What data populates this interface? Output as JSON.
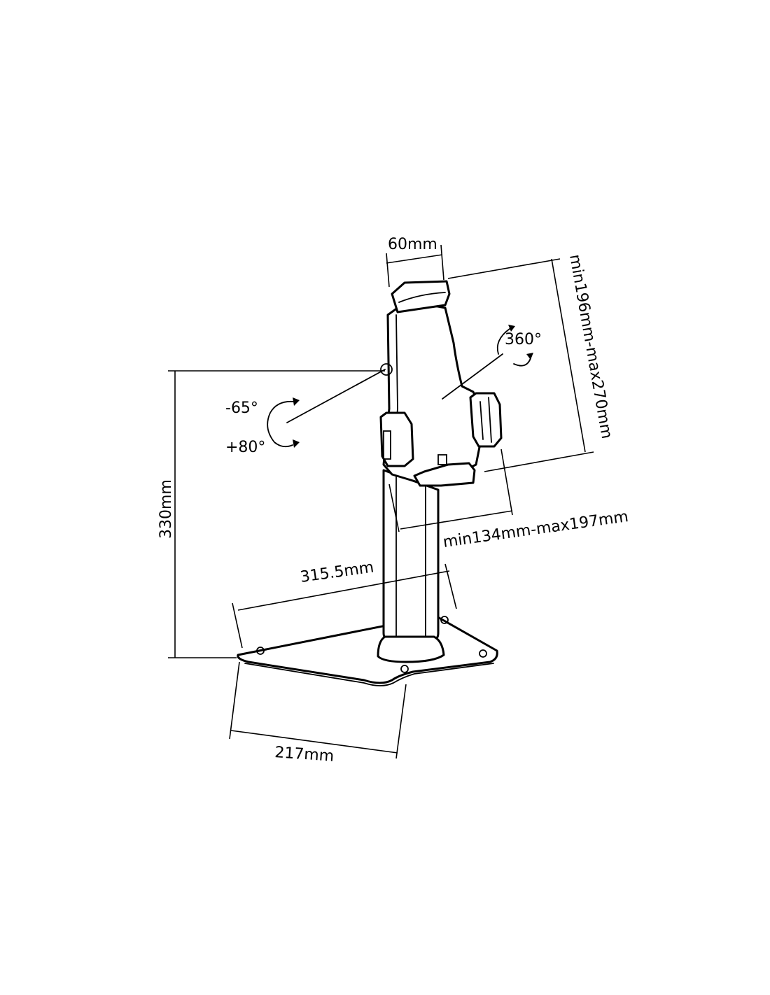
{
  "dimensions": {
    "clamp_width": "60mm",
    "device_height_range": "min196mm-max270mm",
    "rotation": "360°",
    "tilt_up": "-65°",
    "tilt_down": "+80°",
    "device_width_range": "min134mm-max197mm",
    "total_height": "330mm",
    "base_depth": "315.5mm",
    "base_width": "217mm"
  },
  "colors": {
    "line": "#000000",
    "background": "#ffffff"
  }
}
